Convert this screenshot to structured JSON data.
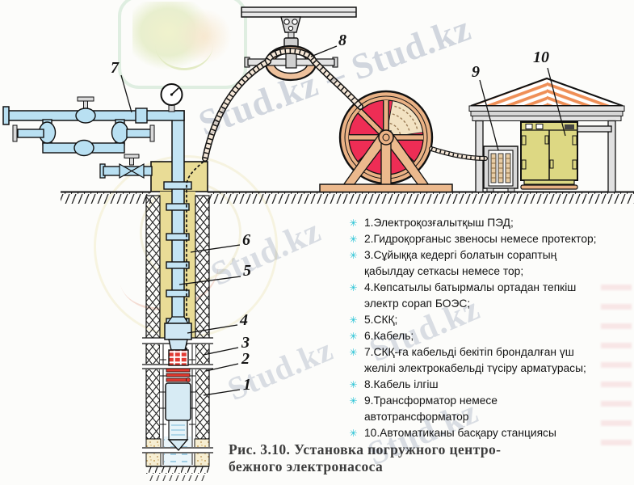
{
  "page": {
    "background": "#fcfcfa"
  },
  "watermarks": {
    "long": "Stud.kz – Stud.kz",
    "short": "Stud.kz"
  },
  "figure_labels": {
    "n1": "1",
    "n2": "2",
    "n3": "3",
    "n4": "4",
    "n5": "5",
    "n6": "6",
    "n7": "7",
    "n8": "8",
    "n9": "9",
    "n10": "10"
  },
  "legend": {
    "bullet_glyph": "✳",
    "items": [
      {
        "text": "1.Электроқозғалытқыш ПЭД;"
      },
      {
        "text": "2.Гидроқорғаныс звеносы немесе протектор;"
      },
      {
        "text": "3.Сұйыққа кедергі болатын сораптың\nқабылдау сеткасы немесе тор;"
      },
      {
        "text": "4.Көпсатылы батырмалы ортадан тепкіш\nэлектр сорап БОЭС;"
      },
      {
        "text": "5.СКҚ;"
      },
      {
        "text": "6.Кабель;"
      },
      {
        "text": "7.СКҚ-ға кабельді бекітіп брондалған үш\nжелілі электрокабельді түсіру арматурасы;"
      },
      {
        "text": "8.Кабель ілгіш"
      },
      {
        "text": "9.Трансформатор немесе\nавтотрансформатор"
      },
      {
        "text": "10.Автоматиканы басқару станциясы"
      }
    ]
  },
  "caption": {
    "line1": "Рис. 3.10. Установка погружного центро-",
    "line2": "бежного электронасоса"
  },
  "colors": {
    "pipe_blue": "#b9e0f2",
    "casing_yellow": "#e9dc96",
    "reel_red": "#ee2d55",
    "wood_tan": "#eab285",
    "roof_orange": "#ef8f57",
    "cabinet_yellow": "#ddd883",
    "bullet_cyan": "#25c2d5",
    "watermark_grey": "#b9c2d2"
  }
}
